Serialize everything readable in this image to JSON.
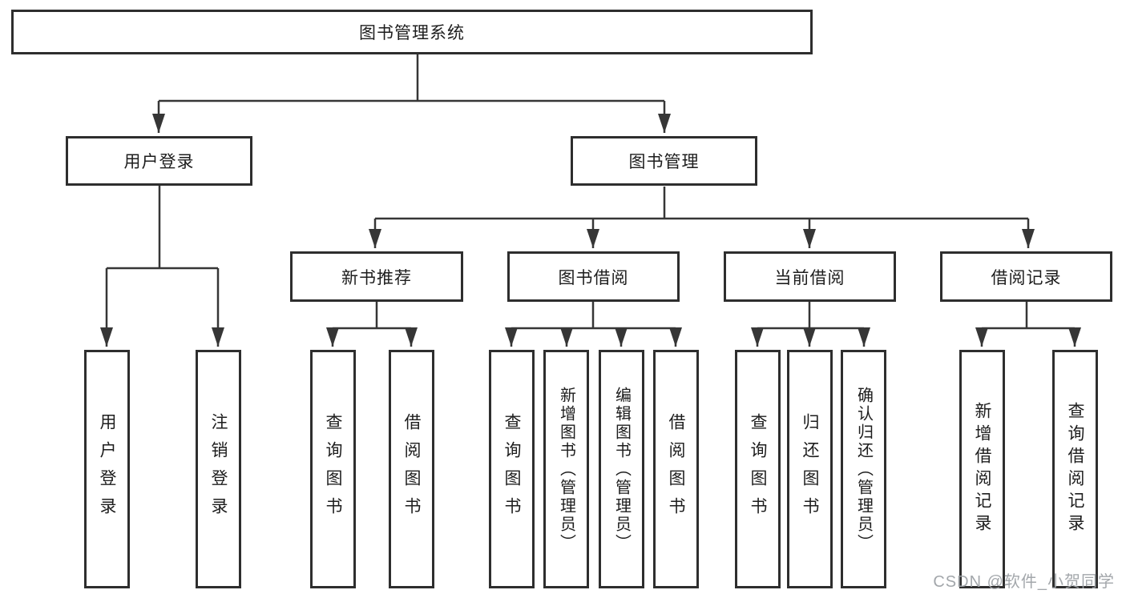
{
  "tree": {
    "root": "图书管理系统",
    "branches": [
      {
        "label": "用户登录",
        "children": [
          "用户登录",
          "注销登录"
        ]
      },
      {
        "label": "图书管理",
        "children": [
          {
            "label": "新书推荐",
            "children": [
              "查询图书",
              "借阅图书"
            ]
          },
          {
            "label": "图书借阅",
            "children": [
              "查询图书",
              "新增图书（管理员）",
              "编辑图书（管理员）",
              "借阅图书"
            ]
          },
          {
            "label": "当前借阅",
            "children": [
              "查询图书",
              "归还图书",
              "确认归还（管理员）"
            ]
          },
          {
            "label": "借阅记录",
            "children": [
              "新增借阅记录",
              "查询借阅记录"
            ]
          }
        ]
      }
    ]
  },
  "watermark": "CSDN @软件_小贺同学",
  "colors": {
    "line": "#363636",
    "box_border": "#2e2e2e",
    "text": "#1d1d1d",
    "watermark": "#9ea2a7",
    "background": "#ffffff"
  }
}
